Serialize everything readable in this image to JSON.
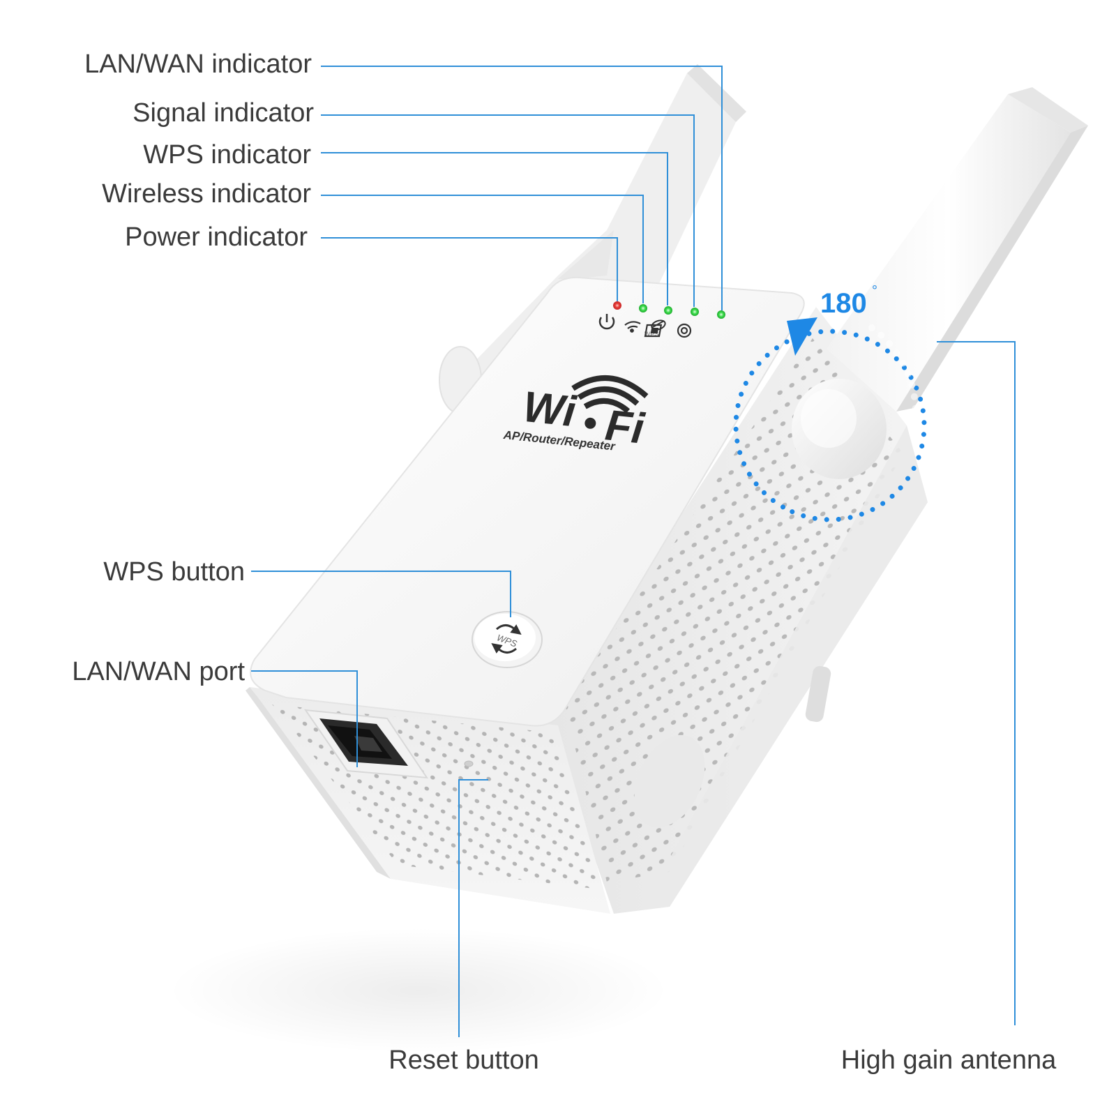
{
  "colors": {
    "leader_line": "#2f8fd8",
    "accent_blue": "#1e88e5",
    "label_text": "#3a3a3a",
    "device_white": "#f7f7f7",
    "led_red": "#e53935",
    "led_green": "#3ddc4c"
  },
  "labels": {
    "lan_wan_indicator": "LAN/WAN indicator",
    "signal_indicator": "Signal indicator",
    "wps_indicator": "WPS indicator",
    "wireless_indicator": "Wireless indicator",
    "power_indicator": "Power indicator",
    "wps_button": "WPS button",
    "lan_wan_port": "LAN/WAN port",
    "reset_button": "Reset button",
    "high_gain_antenna": "High gain antenna"
  },
  "device": {
    "brand_left": "Wi",
    "brand_right": "Fi",
    "subtitle": "AP/Router/Repeater",
    "wps_button_text": "WPS",
    "led_wps_caption": "WPS",
    "rotation_value": "180",
    "rotation_unit": "°"
  },
  "indicator_leds": [
    {
      "name": "power",
      "color": "red",
      "icon": "power-icon"
    },
    {
      "name": "wireless",
      "color": "green",
      "icon": "wifi-icon"
    },
    {
      "name": "wps",
      "color": "green",
      "icon": "wps-icon"
    },
    {
      "name": "signal",
      "color": "green",
      "icon": "signal-icon"
    },
    {
      "name": "lan-wan",
      "color": "green",
      "icon": "ethernet-icon"
    }
  ]
}
